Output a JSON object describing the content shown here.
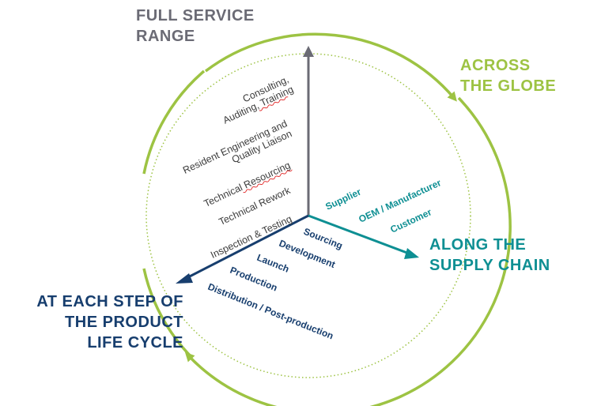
{
  "colors": {
    "gray": "#6b6b75",
    "green": "#9dc343",
    "teal": "#0e8f93",
    "navy": "#173e6e",
    "dark_text": "#3c3c3c",
    "squiggle": "#e02020"
  },
  "headings": {
    "full_service_1": "FULL SERVICE",
    "full_service_2": "RANGE",
    "globe_1": "ACROSS",
    "globe_2": "THE GLOBE",
    "supply_1": "ALONG THE",
    "supply_2": "SUPPLY CHAIN",
    "lifecycle_1": "AT EACH STEP OF",
    "lifecycle_2": "THE PRODUCT",
    "lifecycle_3": "LIFE CYCLE"
  },
  "service_items": {
    "consulting_1": "Consulting,",
    "consulting_2": "Auditing, Training",
    "resident_1": "Resident Engineering and",
    "resident_2": "Quality Liaison",
    "technical_resourcing": "Technical Resourcing",
    "technical_rework": "Technical Rework",
    "inspection": "Inspection & Testing"
  },
  "supply_items": {
    "supplier": "Supplier",
    "oem": "OEM / Manufacturer",
    "customer": "Customer"
  },
  "lifecycle_items": {
    "sourcing": "Sourcing",
    "development": "Development",
    "launch": "Launch",
    "production": "Production",
    "distribution": "Distribution / Post-production"
  }
}
